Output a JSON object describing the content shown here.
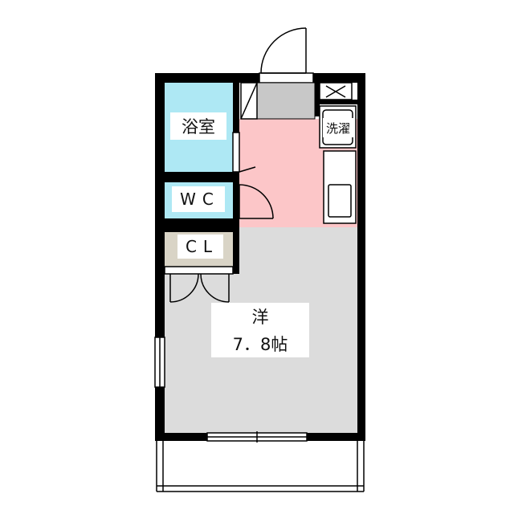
{
  "rooms": {
    "bath": {
      "label": "浴室",
      "color": "#aee8f4"
    },
    "wc": {
      "label": "WC"
    },
    "closet": {
      "label": "CL"
    },
    "washer": {
      "label": "洗濯"
    },
    "kitchen": {
      "color": "#fcc6c8"
    },
    "western": {
      "label_line1": "洋",
      "label_line2": "7．8帖",
      "color": "#dcdcdc"
    }
  },
  "colors": {
    "wall": "#000000",
    "floor_gray": "#c8c8c8",
    "closet_floor": "#d9d4c6"
  }
}
